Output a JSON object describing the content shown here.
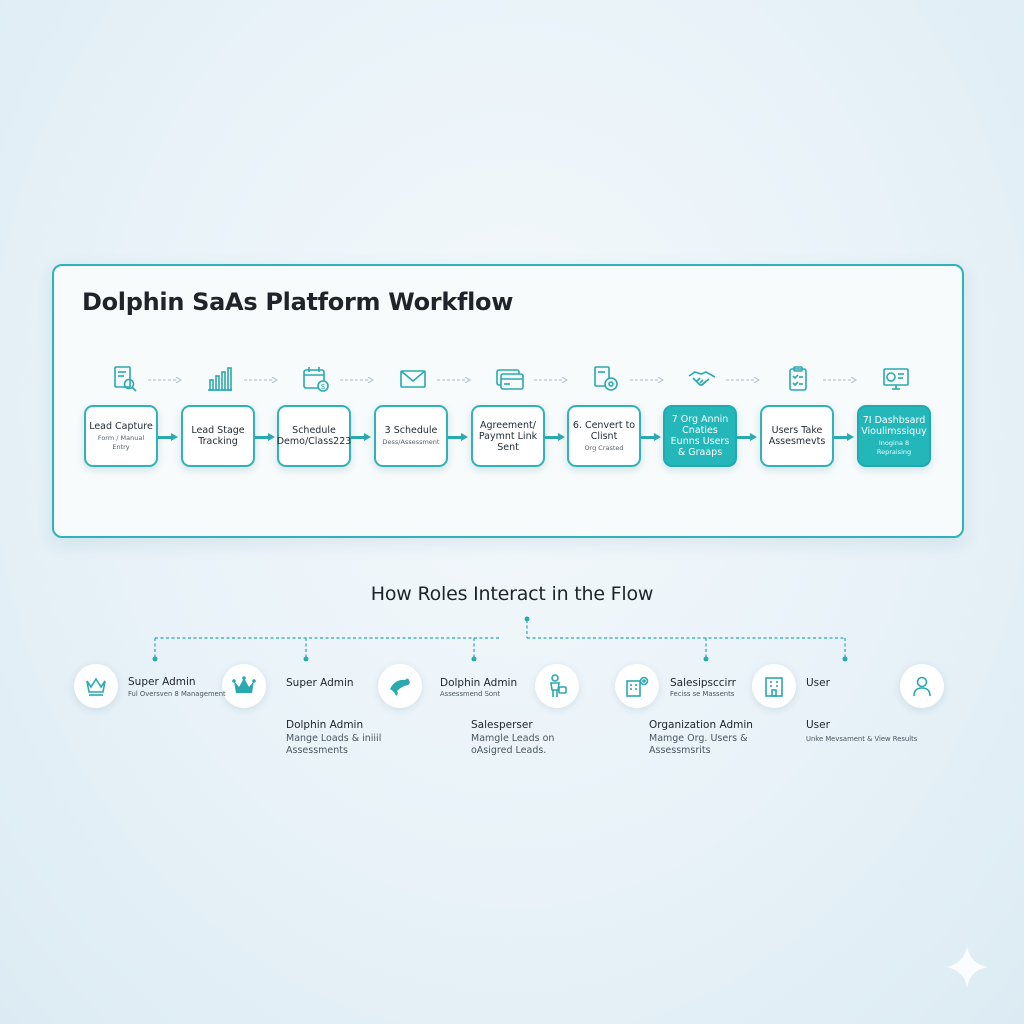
{
  "workflow": {
    "title": "Dolphin SaAs Platform Workflow",
    "steps": [
      {
        "label": "Lead Capture",
        "sub": "Form / Manual Entry",
        "icon": "document-search-icon",
        "filled": false
      },
      {
        "label": "Lead Stage Tracking",
        "sub": "",
        "icon": "bar-chart-icon",
        "filled": false
      },
      {
        "label": "Schedule Demo/Class223",
        "sub": "",
        "icon": "calendar-dollar-icon",
        "filled": false
      },
      {
        "label": "3 Schedule",
        "sub": "Dess/Assessment",
        "icon": "envelope-icon",
        "filled": false
      },
      {
        "label": "Agreement/ Paymnt Link Sent",
        "sub": "",
        "icon": "credit-card-icon",
        "filled": false
      },
      {
        "label": "6. Cenvert to Clisnt",
        "sub": "Org Crasted",
        "icon": "document-gear-icon",
        "filled": false
      },
      {
        "label": "7 Org Annin Cnaties Eunns Users & Graaps",
        "sub": "",
        "icon": "handshake-icon",
        "filled": true
      },
      {
        "label": "Users Take Assesmevts",
        "sub": "",
        "icon": "clipboard-check-icon",
        "filled": false
      },
      {
        "label": "7I Dashbsard Vioulimssiquy",
        "sub": "Inogina 8 Repraising",
        "icon": "monitor-chart-icon",
        "filled": true
      }
    ]
  },
  "roles": {
    "title": "How Roles Interact in the Flow",
    "items": [
      {
        "name": "Super Admin",
        "desc": "Ful Oversven 8 Management",
        "icon": "crown-outline-icon"
      },
      {
        "name": "Super Admin",
        "desc": "",
        "icon": "crown-icon"
      },
      {
        "name": "Dolphin Admin",
        "desc": "Assessmend Sont",
        "icon": "dolphin-icon"
      },
      {
        "name": "",
        "desc": "",
        "icon": "person-badge-icon"
      },
      {
        "name": "Salesipsccirr",
        "desc": "Feciss se Massents",
        "icon": "building-gear-icon"
      },
      {
        "name": "User",
        "desc": "",
        "icon": "building-icon"
      },
      {
        "name": "",
        "desc": "",
        "icon": "user-icon"
      }
    ],
    "details": [
      {
        "name": "Dolphin Admin",
        "desc": [
          "Mange Loads & iniiil",
          "Assessments"
        ]
      },
      {
        "name": "Salesperser",
        "desc": [
          "Mamgle Leads on",
          "oAsigred Leads."
        ]
      },
      {
        "name": "Organization Admin",
        "desc": [
          "Mamge Org. Users &",
          "Assessmsrits"
        ]
      },
      {
        "name": "User",
        "desc": [
          "Unke Mevsament & View Results"
        ]
      }
    ]
  },
  "colors": {
    "accent": "#2fb3b8",
    "filled_step": "#23b7b9",
    "text": "#1e2429"
  }
}
